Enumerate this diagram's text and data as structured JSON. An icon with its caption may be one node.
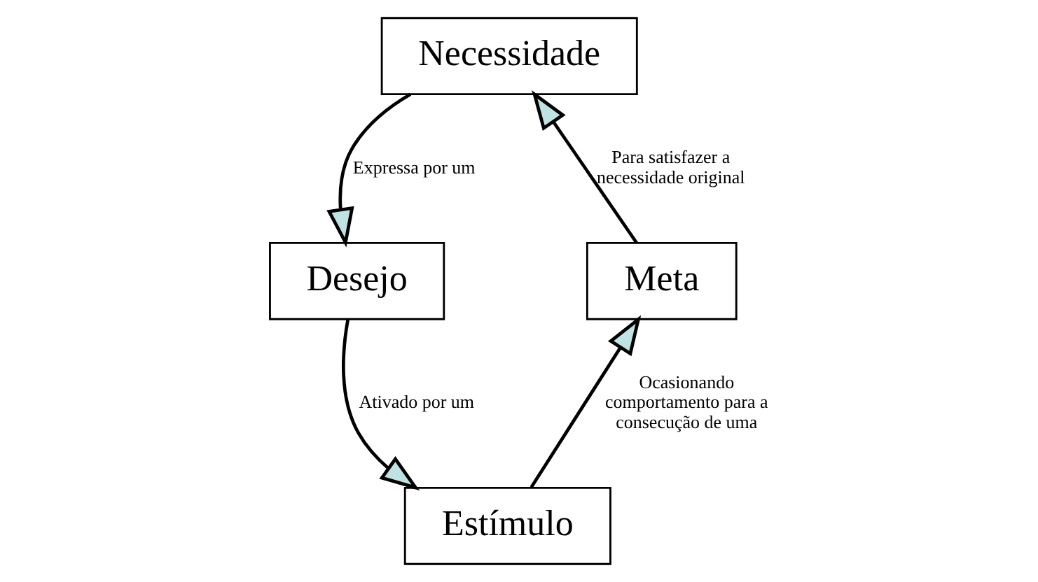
{
  "diagram": {
    "nodes": [
      {
        "text": [
          "Necessidade"
        ]
      },
      {
        "text": [
          "Desejo"
        ]
      },
      {
        "text": [
          "Estímulo"
        ]
      },
      {
        "text": [
          "Meta"
        ]
      }
    ],
    "edges": [
      {
        "from": 0,
        "to": 1,
        "arrow": "to",
        "label": "Expressa por um"
      },
      {
        "from": 1,
        "to": 2,
        "arrow": "to",
        "label": "Ativado por um"
      },
      {
        "from": 2,
        "to": 3,
        "arrow": "to",
        "label": "Ocasionando comportamento para a consecução de uma"
      },
      {
        "from": 3,
        "to": 0,
        "arrow": "to",
        "label": "Para satisfazer a necessidade original"
      }
    ]
  }
}
